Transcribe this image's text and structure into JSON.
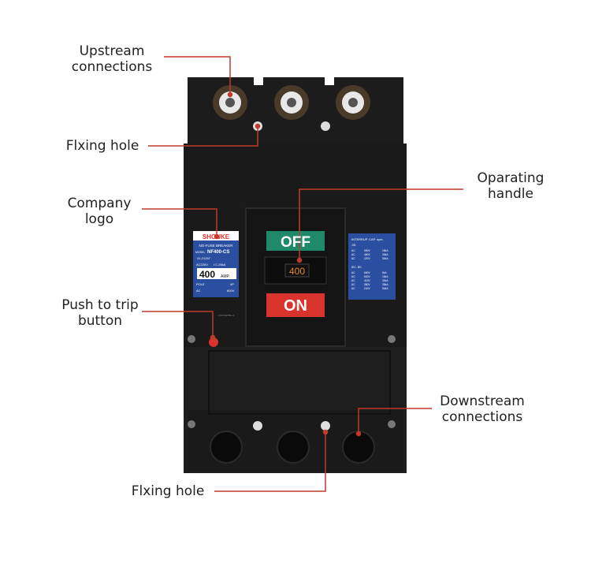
{
  "labels": {
    "upstream_1": "Upstream",
    "upstream_2": "connections",
    "fixing_hole_top": "Flxing hole",
    "operating_1": "Oparating",
    "operating_2": "handle",
    "company_1": "Company",
    "company_2": "logo",
    "push_1": "Push to trip",
    "push_2": "button",
    "downstream_1": "Downstream",
    "downstream_2": "connections",
    "fixing_hole_bottom": "Flxing hole"
  },
  "breaker": {
    "off_text": "OFF",
    "rating_display": "400",
    "on_text": "ON",
    "left_label": {
      "brand": "SHOUKE",
      "type": "NO-FUSE BREAKER",
      "model_prefix": "MODEL",
      "model": "NF400-CS",
      "standard": "41-21257",
      "voltage": "AC220V",
      "icu": "I.C.25kA",
      "amp": "400",
      "amp_unit": "AMP.",
      "pole_label": "POLE",
      "pole_value": "4P",
      "ac_label": "AC",
      "ac_value": "600V",
      "footer": "LN5TS9T85-11"
    },
    "right_label": {
      "header": "INTERRUP. CAP. sym.",
      "std1": "JIS.",
      "rows1": [
        [
          "AC",
          "550V",
          "18kA"
        ],
        [
          "AC",
          "460V",
          "30kA"
        ],
        [
          "AC",
          "220V",
          "50kA"
        ]
      ],
      "std2": "IEC. BS.",
      "rows2": [
        [
          "AC",
          "660V",
          "5kA"
        ],
        [
          "AC",
          "600V",
          "18kA"
        ],
        [
          "AC",
          "415V",
          "30kA"
        ],
        [
          "AC",
          "380V",
          "35kA"
        ],
        [
          "AC",
          "240V",
          "50kA"
        ]
      ]
    }
  },
  "colors": {
    "leader_line": "#c0392b",
    "body": "#1c1c1c",
    "off_green": "#1e8a6a",
    "on_red": "#d8332c",
    "label_blue": "#2a4fa0",
    "display_orange": "#e88a2a"
  }
}
